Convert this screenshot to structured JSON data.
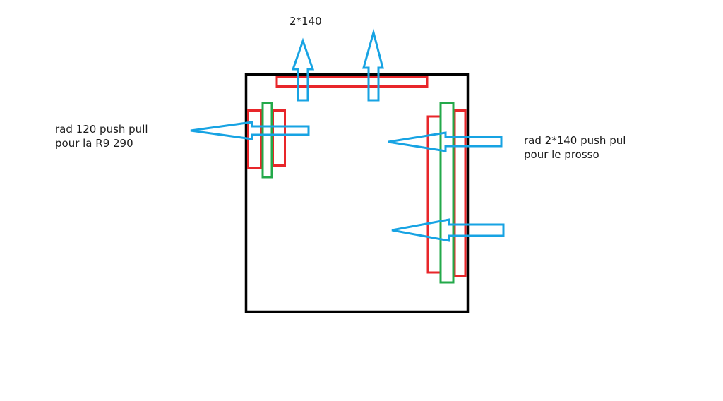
{
  "colors": {
    "case": "#000000",
    "radiator": "#e8262a",
    "fan": "#23a94a",
    "airflow": "#17a3e3",
    "text": "#1a1a1a"
  },
  "labels": {
    "top": "2*140",
    "left": [
      "rad 120 push pull",
      "pour la R9 290"
    ],
    "right": [
      "rad 2*140 push pul",
      "pour le prosso"
    ]
  }
}
